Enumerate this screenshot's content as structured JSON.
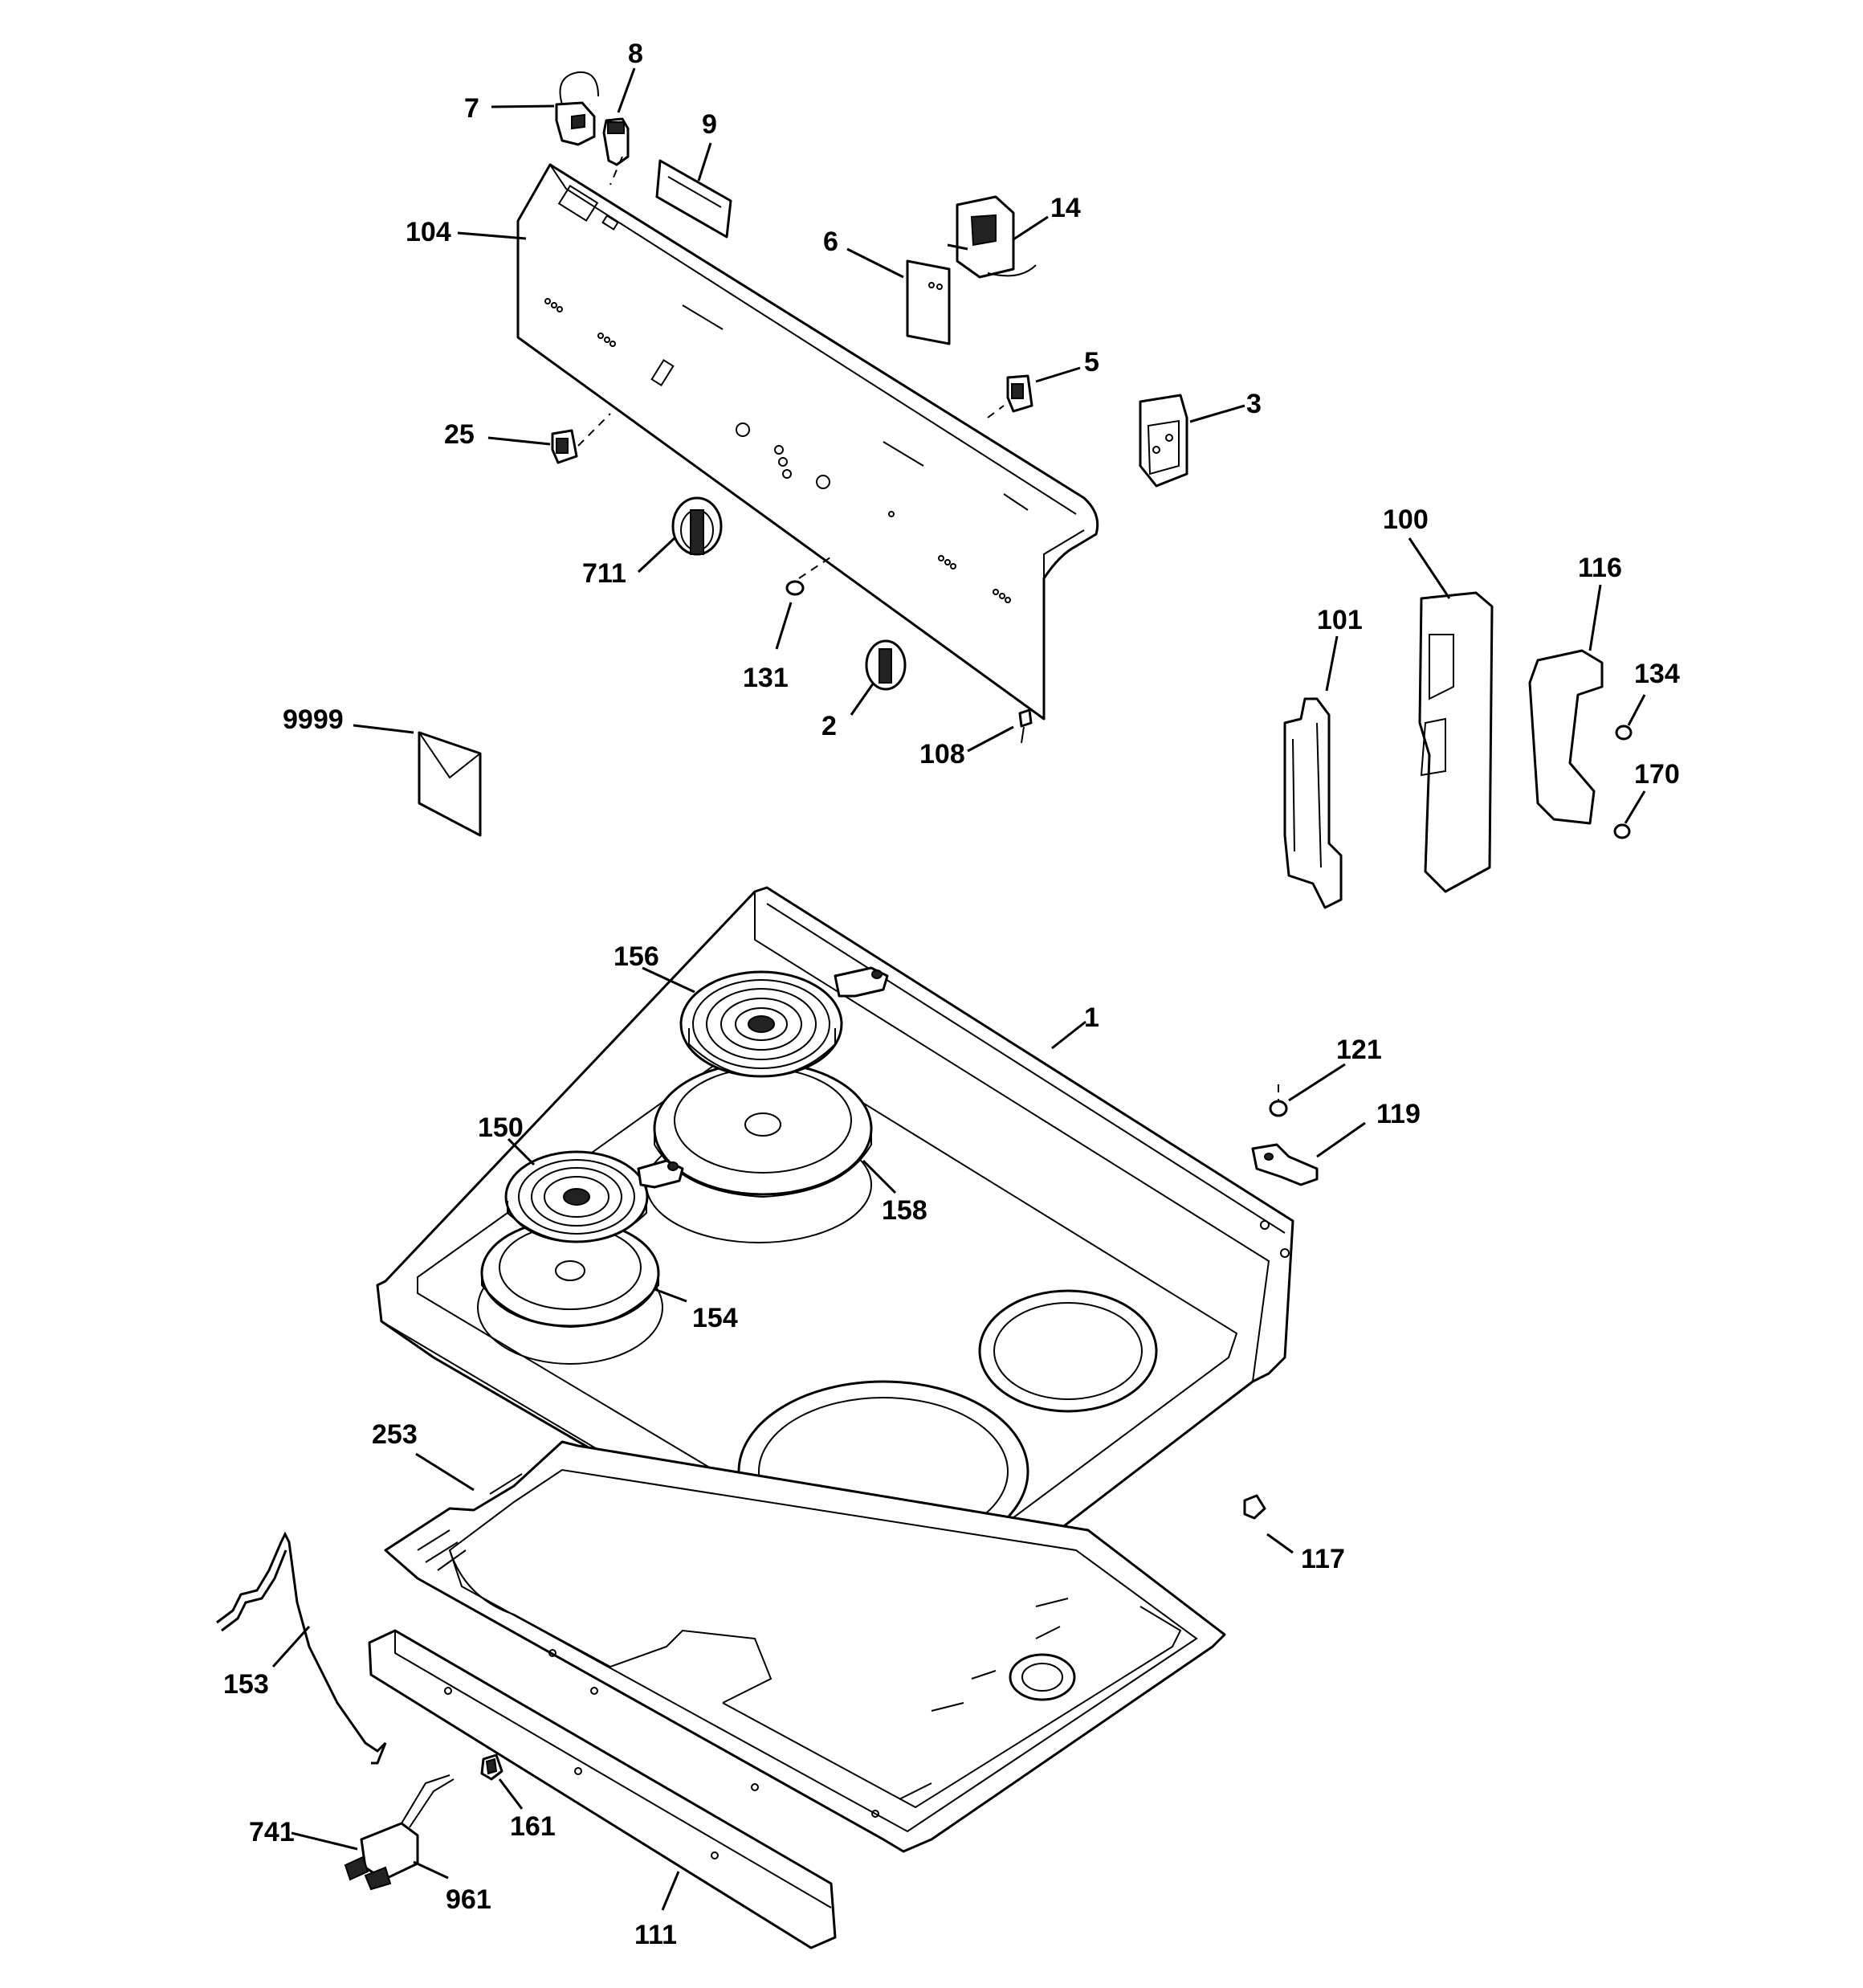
{
  "diagram": {
    "labels": [
      "7",
      "8",
      "9",
      "104",
      "14",
      "6",
      "5",
      "3",
      "25",
      "711",
      "131",
      "2",
      "108",
      "9999",
      "100",
      "101",
      "116",
      "134",
      "170",
      "156",
      "1",
      "121",
      "119",
      "150",
      "158",
      "154",
      "253",
      "117",
      "153",
      "161",
      "741",
      "961",
      "111"
    ]
  }
}
